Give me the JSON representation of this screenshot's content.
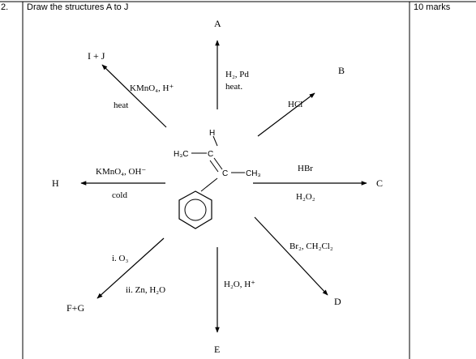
{
  "question": {
    "number": "2.",
    "prompt": "Draw the structures A to J",
    "marks": "10 marks"
  },
  "products": {
    "A": "A",
    "B": "B",
    "C": "C",
    "D": "D",
    "E": "E",
    "FG": "F+G",
    "H": "H",
    "IJ": "I + J"
  },
  "reagents": {
    "top_1": "H₂, Pd",
    "top_2": "heat.",
    "topright": "HCl",
    "right_1": "HBr",
    "right_2": "H₂O₂",
    "bottomright": "Br₂, CH₂Cl₂",
    "bottom": "H₂O, H⁺",
    "bottomleft_1": "i. O₃",
    "bottomleft_2": "ii. Zn, H₂O",
    "left_1": "KMnO₄, OH⁻",
    "left_2": "cold",
    "topleft_1": "KMnO₄, H⁺",
    "topleft_2": "heat"
  },
  "molecule": {
    "h": "H",
    "h3c": "H₃C",
    "c1": "C",
    "c2": "C",
    "ch3": "CH₃"
  }
}
